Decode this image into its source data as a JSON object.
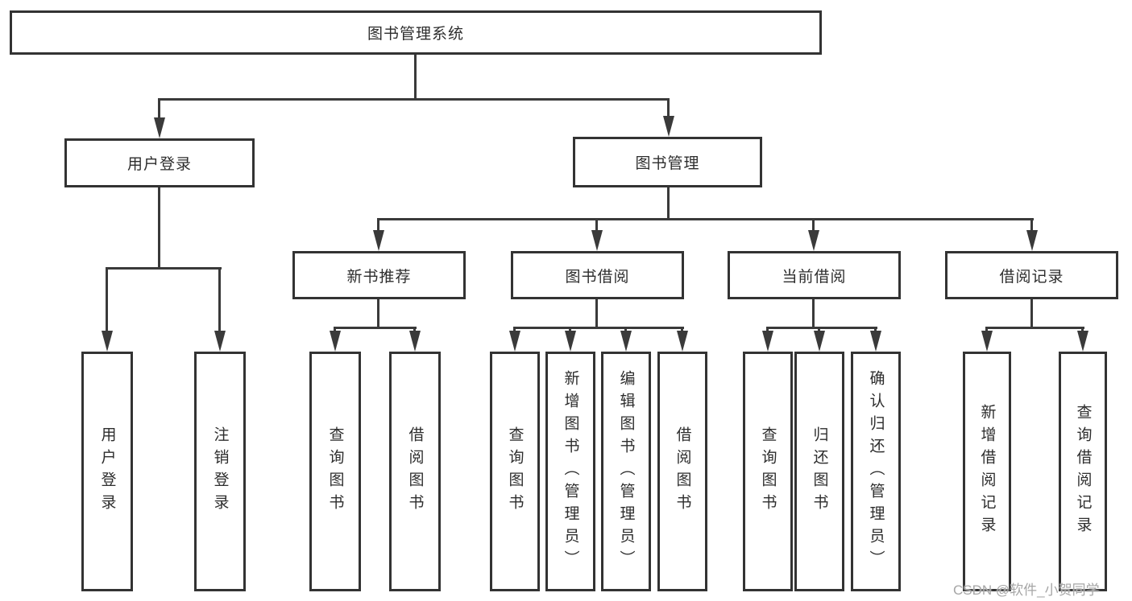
{
  "watermark": "CSDN @软件_小贺同学",
  "colors": {
    "line": "#3a3a3a",
    "box_border": "#333333",
    "text": "#2d2d2d",
    "watermark": "#a6a6a6",
    "background": "#ffffff"
  },
  "tree": {
    "root": {
      "label": "图书管理系统",
      "children": [
        {
          "label": "用户登录",
          "children": [
            {
              "label": "用户登录"
            },
            {
              "label": "注销登录"
            }
          ]
        },
        {
          "label": "图书管理",
          "children": [
            {
              "label": "新书推荐",
              "children": [
                {
                  "label": "查询图书"
                },
                {
                  "label": "借阅图书"
                }
              ]
            },
            {
              "label": "图书借阅",
              "children": [
                {
                  "label": "查询图书"
                },
                {
                  "label": "新增图书（管理员）"
                },
                {
                  "label": "编辑图书（管理员）"
                },
                {
                  "label": "借阅图书"
                }
              ]
            },
            {
              "label": "当前借阅",
              "children": [
                {
                  "label": "查询图书"
                },
                {
                  "label": "归还图书"
                },
                {
                  "label": "确认归还（管理员）"
                }
              ]
            },
            {
              "label": "借阅记录",
              "children": [
                {
                  "label": "新增借阅记录"
                },
                {
                  "label": "查询借阅记录"
                }
              ]
            }
          ]
        }
      ]
    }
  }
}
